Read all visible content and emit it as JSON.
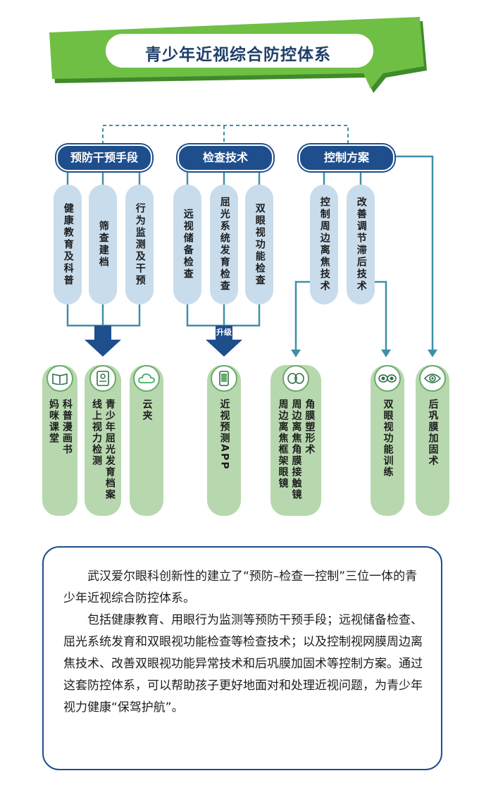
{
  "title": "青少年近视综合防控体系",
  "colors": {
    "banner_green": "#6fbf44",
    "navy": "#1f4e8c",
    "connector": "#3f8fa8",
    "blue_pill": "#c8dcec",
    "green_pill": "#b7d8ae"
  },
  "categories": [
    {
      "label": "预防干预手段",
      "items": [
        "健康教育及科普",
        "筛查建档",
        "行为监测及干预"
      ]
    },
    {
      "label": "检查技术",
      "items": [
        "远视储备检查",
        "屈光系统发育检查",
        "双眼视功能检查"
      ]
    },
    {
      "label": "控制方案",
      "items": [
        "控制周边离焦技术",
        "改善调节滞后技术"
      ]
    }
  ],
  "upgrade_label": "升级",
  "outcomes": [
    {
      "icon": "book-icon",
      "lines": [
        "妈咪课堂",
        "科普漫画书"
      ]
    },
    {
      "icon": "document-icon",
      "lines": [
        "线上视力检测",
        "青少年屈光发育档案"
      ]
    },
    {
      "icon": "cloud-icon",
      "lines": [
        "云夹"
      ]
    },
    {
      "icon": "phone-icon",
      "lines": [
        "近视预测APP"
      ]
    },
    {
      "icon": "lens-icon",
      "lines": [
        "周边离焦框架眼镜",
        "周边离焦角膜接触镜",
        "角膜塑形术"
      ]
    },
    {
      "icon": "eyes-icon",
      "lines": [
        "双眼视功能训练"
      ]
    },
    {
      "icon": "eye-icon",
      "lines": [
        "后巩膜加固术"
      ]
    }
  ],
  "description": {
    "p1": "武汉爱尔眼科创新性的建立了“预防–检查一控制”三位一体的青少年近视综合防控体系。",
    "p2": "包括健康教育、用眼行为监测等预防干预手段；远视储备检查、屈光系统发育和双眼视功能检查等检查技术；以及控制视网膜周边离焦技术、改善双眼视功能异常技术和后巩膜加固术等控制方案。通过这套防控体系，可以帮助孩子更好地面对和处理近视问题，为青少年视力健康“保驾护航”。"
  }
}
